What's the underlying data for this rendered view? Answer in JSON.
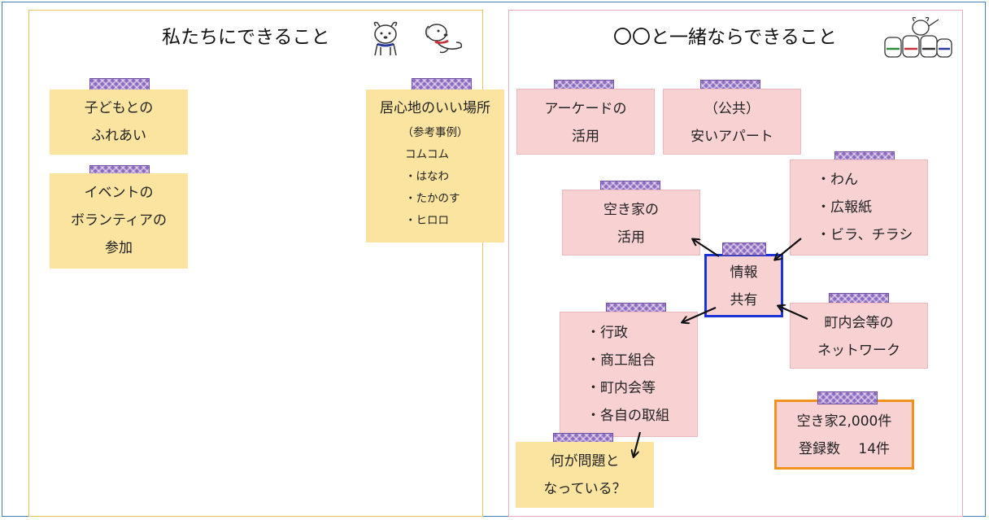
{
  "left_panel": {
    "title": "私たちにできること",
    "notes": [
      {
        "lines": [
          "子どもとの",
          "ふれあい"
        ]
      },
      {
        "lines": [
          "イベントの",
          "ボランティアの",
          "参加"
        ]
      },
      {
        "heading": "居心地のいい場所",
        "lines": [
          "（参考事例）",
          "コムコム",
          "・はなわ",
          "・たかのす",
          "・ヒロロ"
        ]
      }
    ]
  },
  "right_panel": {
    "title": "〇〇と一緒ならできること",
    "notes": {
      "arcade": [
        "アーケードの",
        "活用"
      ],
      "apartment": [
        "（公共）",
        "安いアパート"
      ],
      "vacant": [
        "空き家の",
        "活用"
      ],
      "media": [
        "・わん",
        "・広報紙",
        "・ビラ、チラシ"
      ],
      "info": [
        "情報",
        "共有"
      ],
      "network": [
        "町内会等の",
        "ネットワーク"
      ],
      "actors": [
        "・行政",
        "・商工組合",
        "・町内会等",
        "・各自の取組"
      ],
      "problem": [
        "何が問題と",
        "なっている？"
      ],
      "stats": [
        "空き家2,000件",
        "登録数　 14件"
      ]
    }
  },
  "colors": {
    "yellow_note": "#fbe3a0",
    "pink_note": "#f8d1d3",
    "tape": "#8e6bbf",
    "info_border": "#1a32d6",
    "stats_border": "#f0921e",
    "left_frame": "#e6c65c",
    "right_frame": "#e8a9c2"
  },
  "icons": [
    "dog-face-icon",
    "dog-lying-icon",
    "dog-group-icon"
  ]
}
